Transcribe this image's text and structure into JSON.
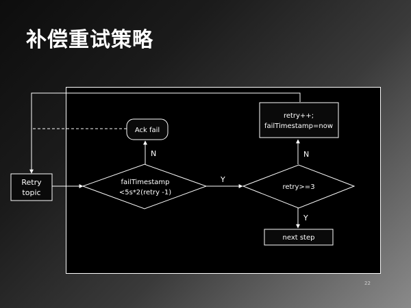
{
  "slide": {
    "title": "补偿重试策略",
    "page_number": "22"
  },
  "diagram": {
    "nodes": {
      "retry_topic": [
        "Retry",
        "topic"
      ],
      "fail_timestamp_check": [
        "failTimestamp",
        "<5s*2(retry -1)"
      ],
      "ack_fail": "Ack fail",
      "retry_count_check": "retry>=3",
      "increment_retry": [
        "retry++;",
        "failTimestamp=now"
      ],
      "next_step": "next step"
    },
    "edge_labels": {
      "to_ack_fail": "N",
      "to_retry_count_check": "Y",
      "to_increment_retry": "N",
      "to_next_step": "Y"
    }
  }
}
